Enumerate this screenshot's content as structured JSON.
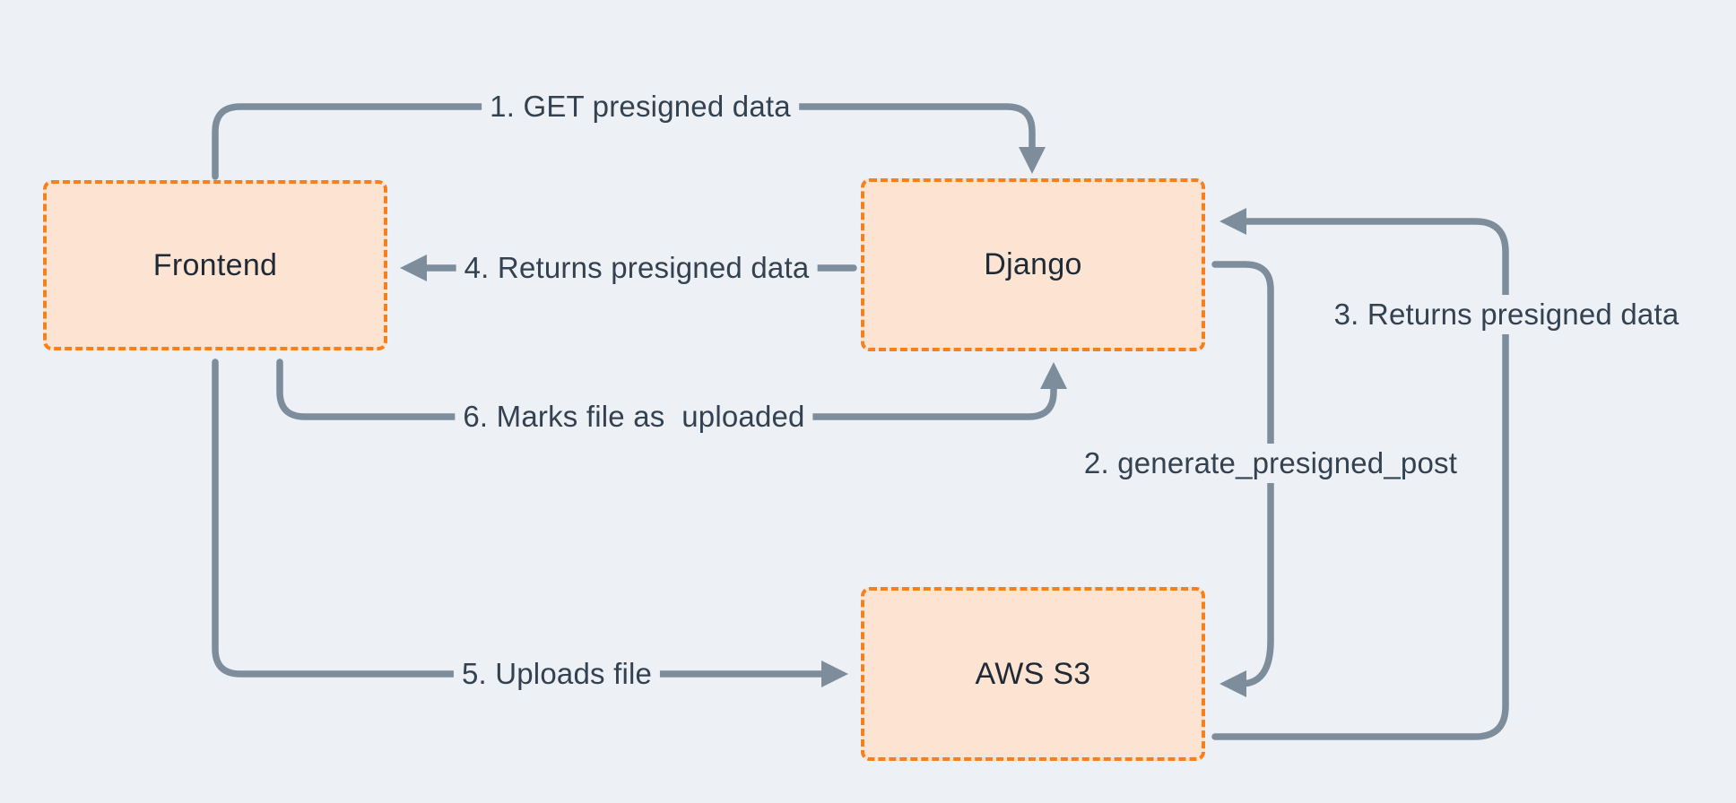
{
  "diagram": {
    "nodes": [
      {
        "id": "frontend",
        "label": "Frontend"
      },
      {
        "id": "django",
        "label": "Django"
      },
      {
        "id": "aws_s3",
        "label": "AWS S3"
      }
    ],
    "edges": [
      {
        "id": 1,
        "label": "1. GET presigned data",
        "from": "frontend",
        "to": "django"
      },
      {
        "id": 2,
        "label": "2. generate_presigned_post",
        "from": "django",
        "to": "aws_s3"
      },
      {
        "id": 3,
        "label": "3. Returns presigned data",
        "from": "aws_s3",
        "to": "django"
      },
      {
        "id": 4,
        "label": "4. Returns presigned data",
        "from": "django",
        "to": "frontend"
      },
      {
        "id": 5,
        "label": "5. Uploads file",
        "from": "frontend",
        "to": "aws_s3"
      },
      {
        "id": 6,
        "label": "6. Marks file as  uploaded",
        "from": "frontend",
        "to": "django"
      }
    ],
    "colors": {
      "background": "#EDF1F5",
      "node_fill": "#FCE3D2",
      "node_border": "#F6801E",
      "arrow": "#7D8D9C",
      "edge_text": "#334150",
      "node_text": "#1F2A36"
    }
  }
}
